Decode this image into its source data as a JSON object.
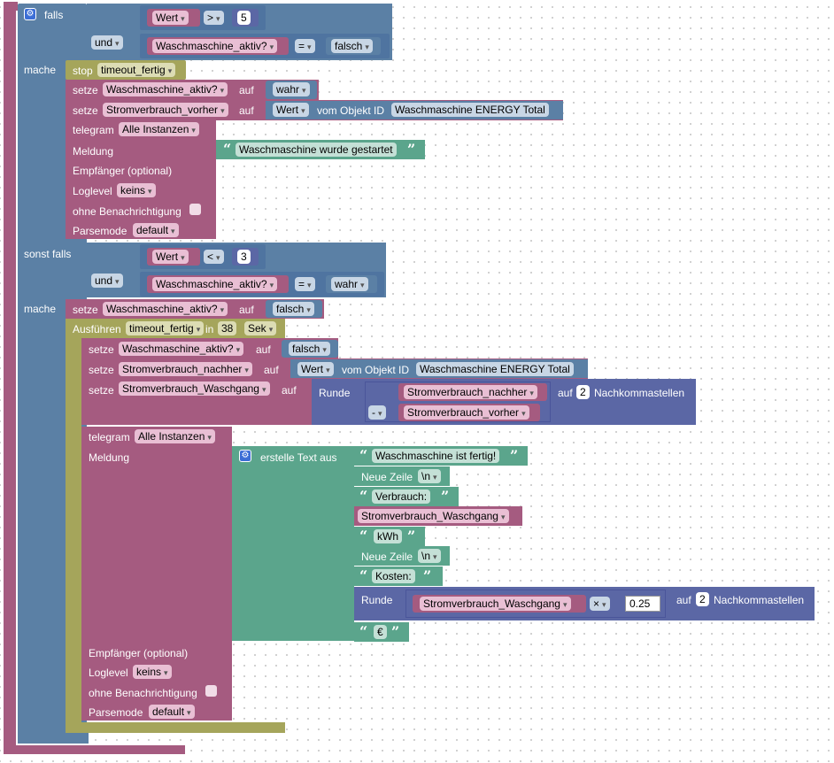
{
  "kw": {
    "falls": "falls",
    "und": "und",
    "mache": "mache",
    "sonst_falls": "sonst falls",
    "stop": "stop",
    "setze": "setze",
    "auf": "auf",
    "vom_objekt_id": "vom Objekt ID",
    "telegram": "telegram",
    "meldung": "Meldung",
    "empfaenger": "Empfänger (optional)",
    "loglevel": "Loglevel",
    "ohne_benachrichtigung": "ohne Benachrichtigung",
    "parsemode": "Parsemode",
    "ausfuehren": "Ausführen",
    "in": "in",
    "runde": "Runde",
    "nachkommastellen": "Nachkommastellen",
    "erstelle_text_aus": "erstelle Text aus",
    "neue_zeile": "Neue Zeile"
  },
  "vals": {
    "wert": "Wert",
    "gt": ">",
    "lt": "<",
    "eq": "=",
    "minus": "-",
    "times": "×",
    "five": "5",
    "three": "3",
    "two": "2",
    "thirtyeight": "38",
    "factor": "0.25",
    "waschmaschine_aktiv": "Waschmaschine_aktiv?",
    "falsch": "falsch",
    "wahr": "wahr",
    "timeout_fertig": "timeout_fertig",
    "stromverbrauch_vorher": "Stromverbrauch_vorher",
    "stromverbrauch_nachher": "Stromverbrauch_nachher",
    "stromverbrauch_waschgang": "Stromverbrauch_Waschgang",
    "object_id": "Waschmaschine ENERGY  Total",
    "alle_instanzen": "Alle Instanzen",
    "keins": "keins",
    "default": "default",
    "sek": "Sek",
    "newline": "\\n",
    "msg_start": "Waschmaschine wurde gestartet",
    "msg_fertig": "Waschmaschine ist fertig!",
    "verbrauch": "Verbrauch:",
    "kwh": "kWh",
    "kosten": "Kosten:",
    "euro": "€"
  },
  "icons": {
    "gear": "⚙",
    "open_quote": "“",
    "close_quote": "”",
    "dropdown": "▾"
  },
  "colors": {
    "logic": "#5b80a5",
    "variable": "#a55b80",
    "timer": "#a5a55b",
    "text": "#5ba58c",
    "math": "#5b67a5"
  }
}
